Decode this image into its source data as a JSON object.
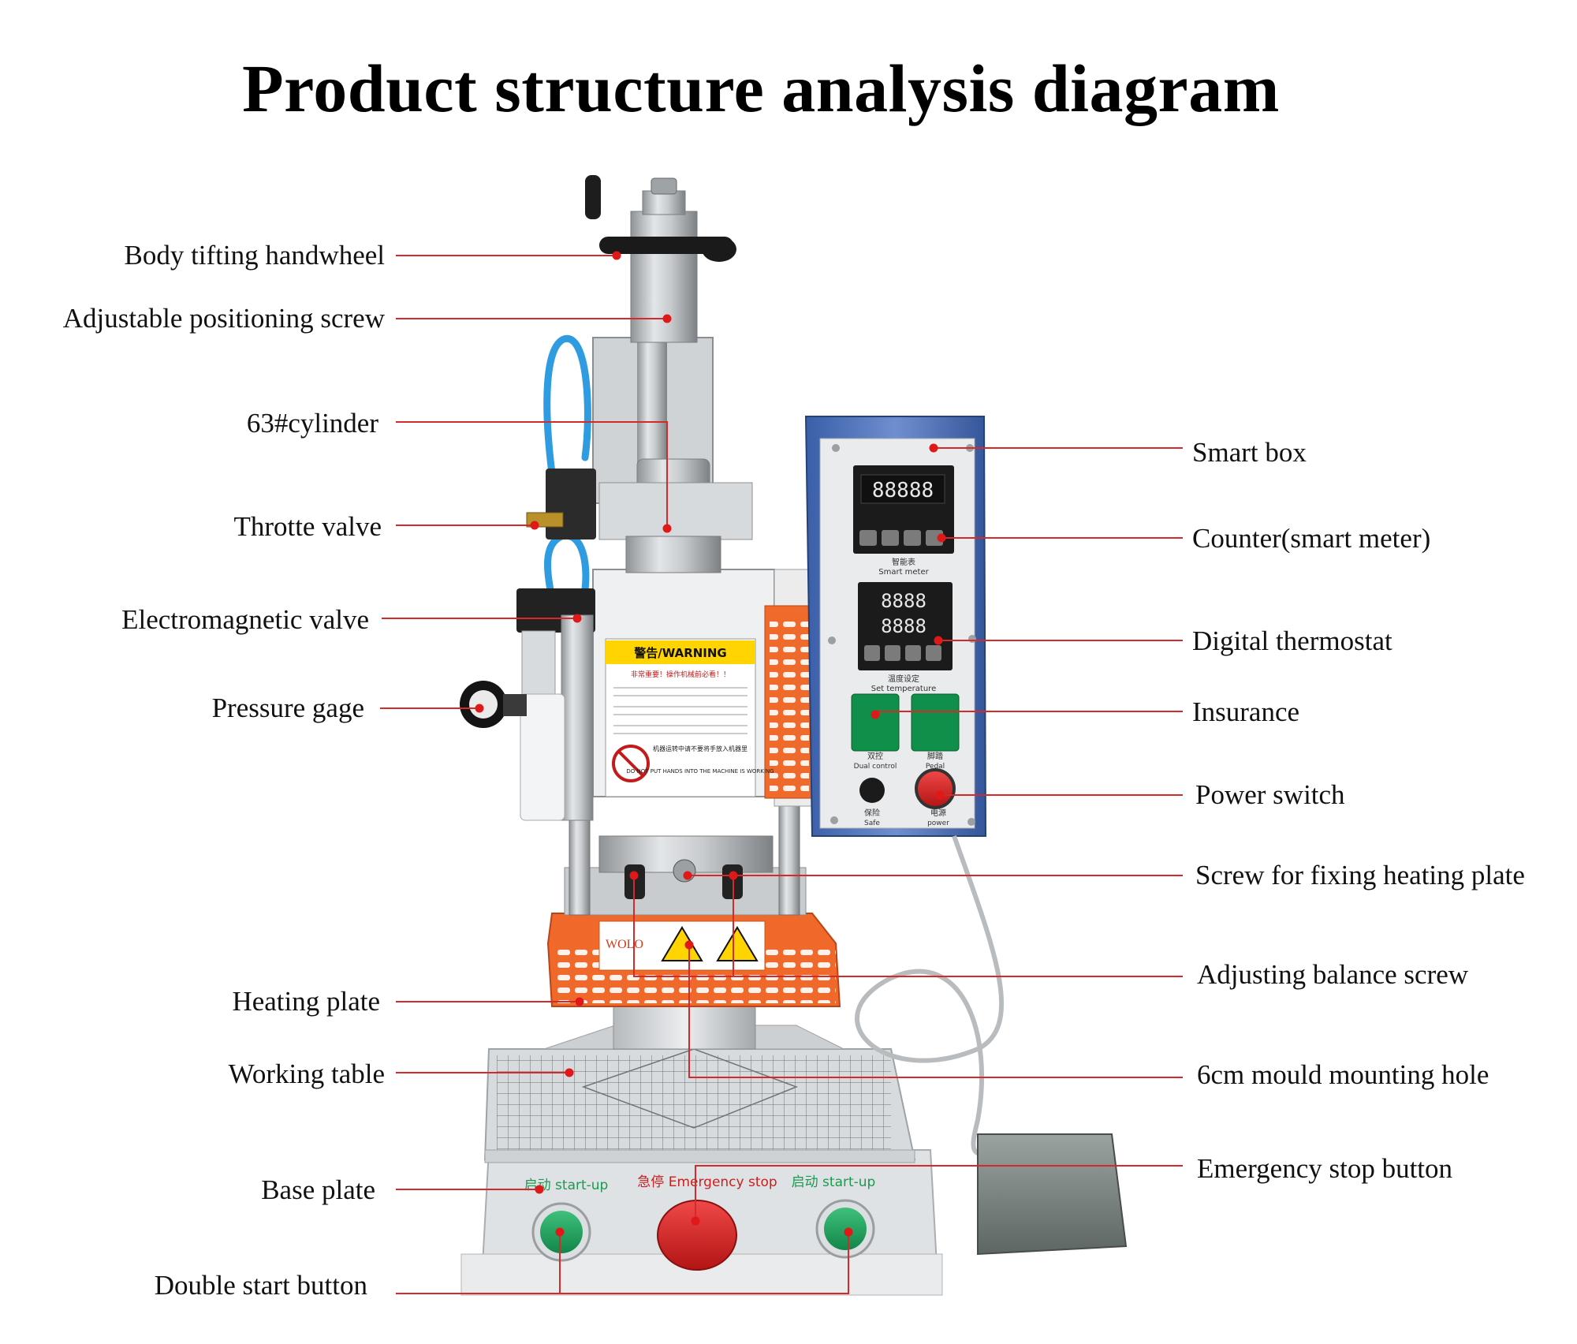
{
  "title": "Product structure analysis diagram",
  "colors": {
    "leader": "#d42a2a",
    "dot": "#e01818",
    "text": "#111111"
  },
  "labels": {
    "left": [
      "Body tifting handwheel",
      "Adjustable positioning screw",
      "63#cylinder",
      "Throtte valve",
      "Electromagnetic valve",
      "Pressure gage",
      "Heating plate",
      "Working table",
      "Base plate",
      "Double start button"
    ],
    "right": [
      "Smart box",
      "Counter(smart meter)",
      "Digital thermostat",
      "Insurance",
      "Power switch",
      "Screw for fixing heating plate",
      "Adjusting balance screw",
      "6cm mould mounting hole",
      "Emergency stop button"
    ]
  },
  "machine": {
    "warning_header": "警告/WARNING",
    "warning_line1": "非常重要！操作机械前必看！！",
    "warning_line2": "机器运转中请不要将手放入机器里",
    "warning_line3": "DO NOT PUT HANDS INTO THE MACHINE IS WORKING",
    "smart_meter_cn": "智能表",
    "smart_meter_en": "Smart meter",
    "set_temp_cn": "温度设定",
    "set_temp_en": "Set temperature",
    "dual_control_cn": "双控",
    "dual_control_en": "Dual control",
    "pedal_cn": "脚踏",
    "pedal_en": "Pedal",
    "safe_cn": "保险",
    "safe_en": "Safe",
    "power_cn": "电源",
    "power_en": "power",
    "start_left": "启动 start-up",
    "emergency": "急停 Emergency stop",
    "start_right": "启动 start-up",
    "brand": "WOLO",
    "display_top": "88888",
    "display_mid1": "8888",
    "display_mid2": "8888"
  }
}
